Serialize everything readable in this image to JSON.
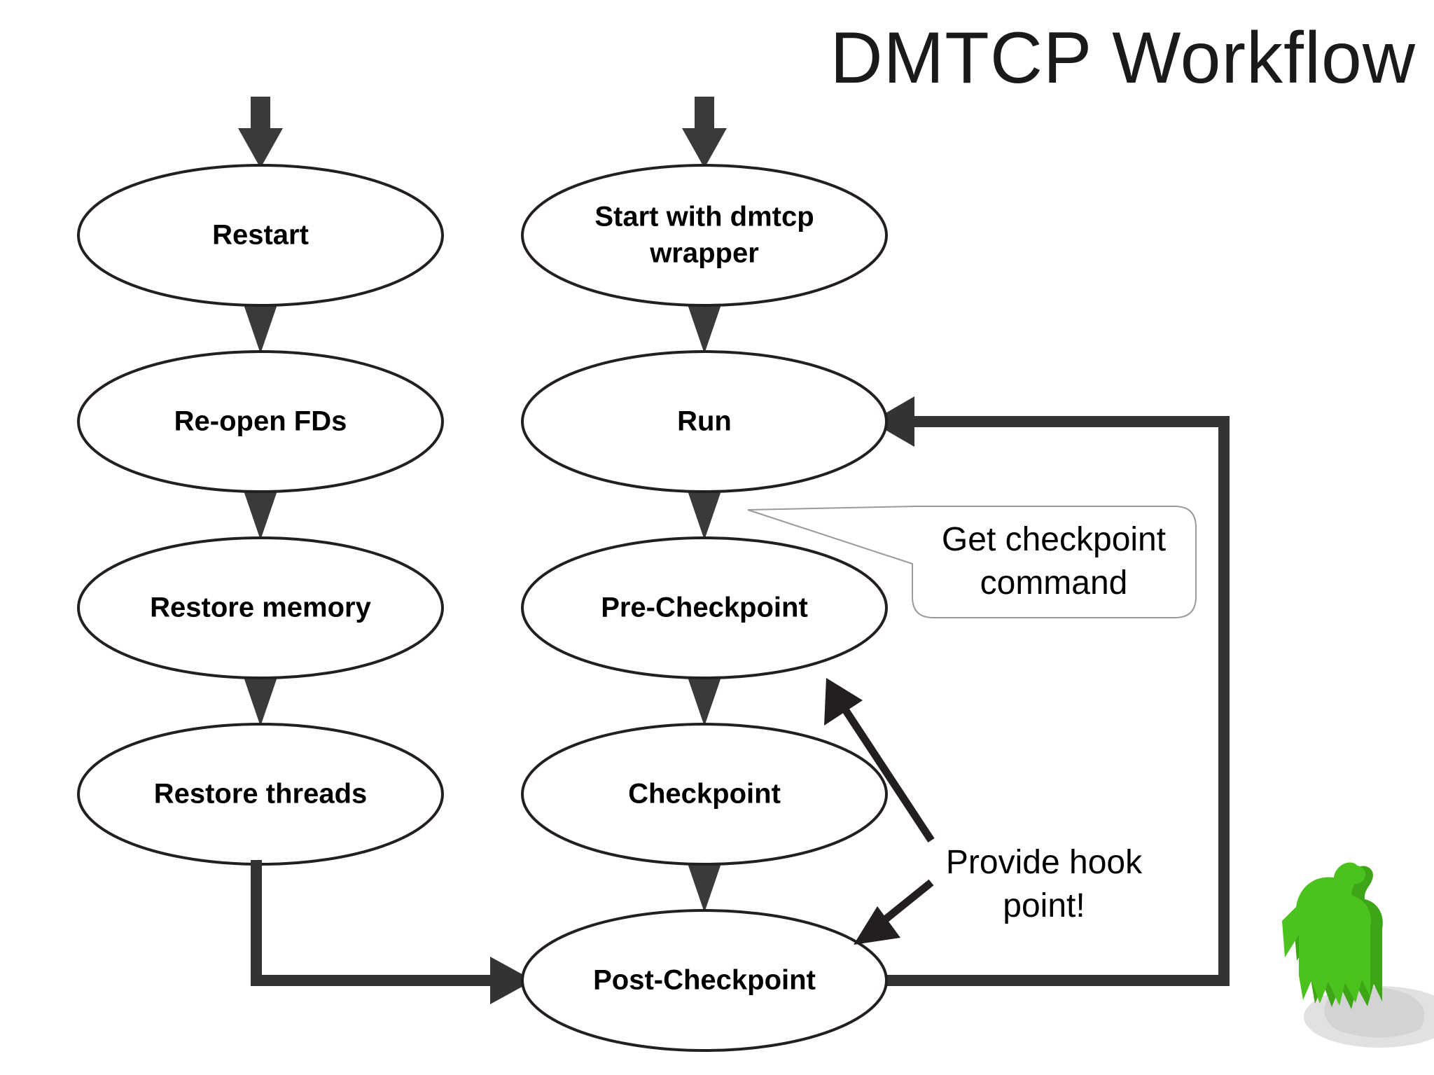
{
  "slide": {
    "title": "DMTCP Workflow",
    "background_color": "#ffffff"
  },
  "colors": {
    "oval_stroke": "#231f20",
    "oval_fill": "#ffffff",
    "connector_dark": "#333333",
    "text": "#000000",
    "balloon_border": "#9a9a9a",
    "mascot_green": "#4cc21e",
    "mascot_green_dark": "#3da617",
    "title_color": "#1a1a1a"
  },
  "restart_column": {
    "name": "Restart flow",
    "nodes": [
      {
        "id": "restart",
        "label": "Restart"
      },
      {
        "id": "reopen-fds",
        "label": "Re-open FDs"
      },
      {
        "id": "restore-memory",
        "label": "Restore memory"
      },
      {
        "id": "restore-threads",
        "label": "Restore threads"
      }
    ]
  },
  "run_column": {
    "name": "Launch and checkpoint flow",
    "nodes": [
      {
        "id": "start-with-dmtcp-wrapper",
        "label_line1": "Start with dmtcp",
        "label_line2": "wrapper"
      },
      {
        "id": "run",
        "label": "Run"
      },
      {
        "id": "pre-checkpoint",
        "label": "Pre-Checkpoint"
      },
      {
        "id": "checkpoint",
        "label": "Checkpoint"
      },
      {
        "id": "post-checkpoint",
        "label": "Post-Checkpoint"
      }
    ]
  },
  "callout": {
    "id": "get-checkpoint-command",
    "line1": "Get checkpoint",
    "line2": "command"
  },
  "annotation": {
    "id": "provide-hook-point",
    "line1": "Provide hook",
    "line2": "point!"
  },
  "mascot": {
    "id": "green-blob-mascot",
    "description": "green blob mascot"
  }
}
